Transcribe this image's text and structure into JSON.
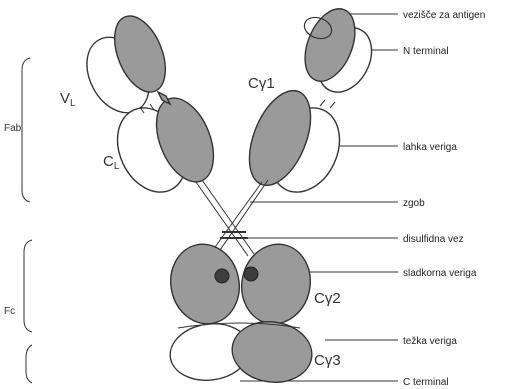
{
  "colors": {
    "heavy_chain": "#9a9a9a",
    "light_chain": "#ffffff",
    "outline": "#333333",
    "disulfide": "#333333"
  },
  "domains": {
    "vl": "V",
    "vl_sub": "L",
    "cl": "C",
    "cl_sub": "L",
    "cg1": "Cγ1",
    "cg2": "Cγ2",
    "cg3": "Cγ3"
  },
  "brackets": {
    "fab": "Fab",
    "fc": "Fc"
  },
  "labels": {
    "antigen_site": "vezišče za antigen",
    "n_terminal": "N terminal",
    "light_chain": "lahka veriga",
    "hinge": "zgob",
    "disulfide_bond": "disulfidna vez",
    "sugar_chain": "sladkorna veriga",
    "heavy_chain": "težka veriga",
    "c_terminal": "C terminal"
  }
}
